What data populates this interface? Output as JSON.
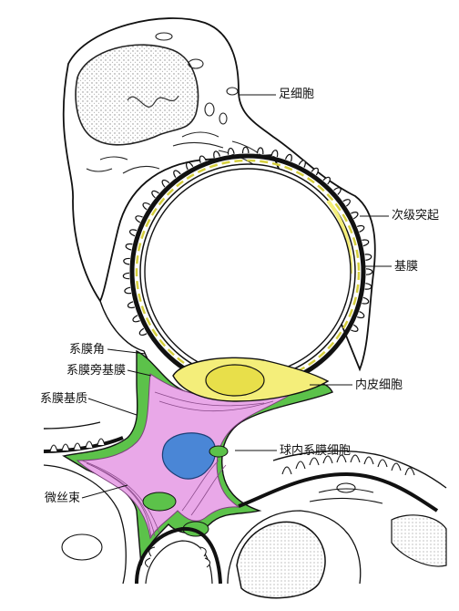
{
  "labels": {
    "podocyte": "足细胞",
    "secondary_process": "次级突起",
    "basement_membrane": "基膜",
    "mesangial_angle": "系膜角",
    "paramesangial_bm": "系膜旁基膜",
    "mesangial_matrix": "系膜基质",
    "endothelial_cell": "内皮细胞",
    "intraglomerular_mesangial_cell": "球内系膜细胞",
    "microfilament_bundle": "微丝束"
  },
  "colors": {
    "outline": "#111111",
    "cytoplasm": "#ffffff",
    "endothelial": "#f4ee7a",
    "endothelial_dark": "#d6cf3d",
    "mesangial_cell": "#e9a8e8",
    "mesangial_nucleus": "#4a86d6",
    "mesangial_matrix": "#5cc24a",
    "nucleus_stipple": "#bfbfbf"
  }
}
